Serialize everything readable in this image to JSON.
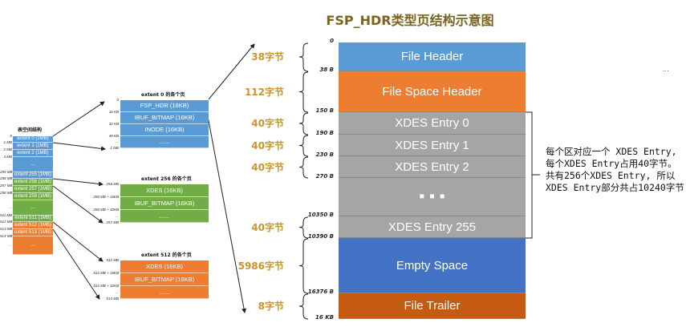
{
  "title": "FSP_HDR类型页结构示意图",
  "ellipsis_corner": "...",
  "page_segments": [
    {
      "label": "File Header",
      "color": "#5b9bd5"
    },
    {
      "label": "File Space Header",
      "color": "#ed7d31"
    },
    {
      "label": "XDES Entry 0",
      "color": "#a5a5a5"
    },
    {
      "label": "XDES Entry 1",
      "color": "#a5a5a5"
    },
    {
      "label": "XDES Entry 2",
      "color": "#a5a5a5"
    },
    {
      "label": "▪ ▪ ▪",
      "color": "#a5a5a5"
    },
    {
      "label": "XDES Entry 255",
      "color": "#a5a5a5"
    },
    {
      "label": "Empty Space",
      "color": "#4472c4"
    },
    {
      "label": "File Trailer",
      "color": "#c55a11"
    }
  ],
  "offsets": [
    "0",
    "38 B",
    "150 B",
    "190 B",
    "230 B",
    "270 B",
    "10350 B",
    "10390 B",
    "16376 B",
    "16 KB"
  ],
  "sizes": [
    "38字节",
    "112字节",
    "40字节",
    "40字节",
    "40字节",
    "40字节",
    "5986字节",
    "8字节"
  ],
  "note_lines": [
    "每个区对应一个 XDES Entry,",
    "每个XDES Entry占用40字节。",
    "共有256个XDES Entry, 所以",
    "XDES Entry部分共占10240字节"
  ],
  "tablespace": {
    "caption": "表空间结构",
    "rows": [
      "extent 0 (1MB)",
      "extent 1 (1MB)",
      "extent 2 (1MB)",
      "...",
      "extent 255 (1MB)",
      "extent 256 (1MB)",
      "extent 257 (1MB)",
      "extent 258 (1MB)",
      "...",
      "extent 511 (1MB)",
      "extent 512 (1MB)",
      "extent 513 (1MB)",
      "..."
    ],
    "offsets": [
      "0",
      "1 MB",
      "2 MB",
      "3 MB",
      "...",
      "255 MB",
      "256 MB",
      "257 MB",
      "258 MB",
      "...",
      "511 MB",
      "512 MB",
      "513 MB",
      "514 MB",
      "..."
    ]
  },
  "extents": [
    {
      "caption": "extent 0 的各个页",
      "pages": [
        "FSP_HDR (16KB)",
        "IBUF_BITMAP (16KB)",
        "INODE (16KB)",
        "......"
      ],
      "offsets": [
        "0",
        "16 KB",
        "32 KB",
        "48 KB",
        "...",
        "1 MB"
      ],
      "color": "#5b9bd5"
    },
    {
      "caption": "extent 256 的各个页",
      "pages": [
        "XDES (16KB)",
        "IBUF_BITMAP (16KB)",
        "......"
      ],
      "offsets": [
        "256 MB",
        "256 MB + 16KB",
        "256 MB + 32KB",
        "...",
        "257 MB"
      ],
      "color": "#70ad47"
    },
    {
      "caption": "extent 512 的各个页",
      "pages": [
        "XDES (16KB)",
        "IBUF_BITMAP (16KB)",
        "......"
      ],
      "offsets": [
        "512 MB",
        "512 MB + 16KB",
        "512 MB + 32KB",
        "...",
        "513 MB"
      ],
      "color": "#ed7d31"
    }
  ]
}
